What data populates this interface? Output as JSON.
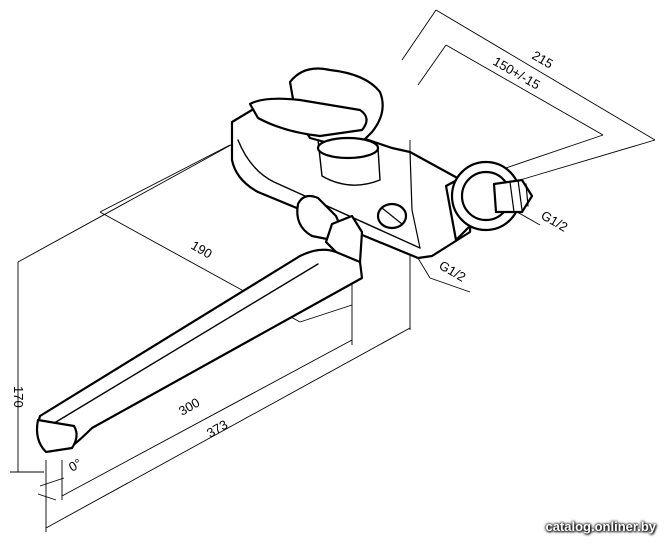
{
  "dimensions": {
    "total_width": "215",
    "connection_spacing": "150+/-15",
    "center_offset": "190",
    "height": "170",
    "spout_reach": "300",
    "overall_length": "373",
    "spout_angle": "0°"
  },
  "thread_labels": {
    "inlet": "G1/2",
    "outlet": "G1/2"
  },
  "watermark": "catalog.onliner.by"
}
